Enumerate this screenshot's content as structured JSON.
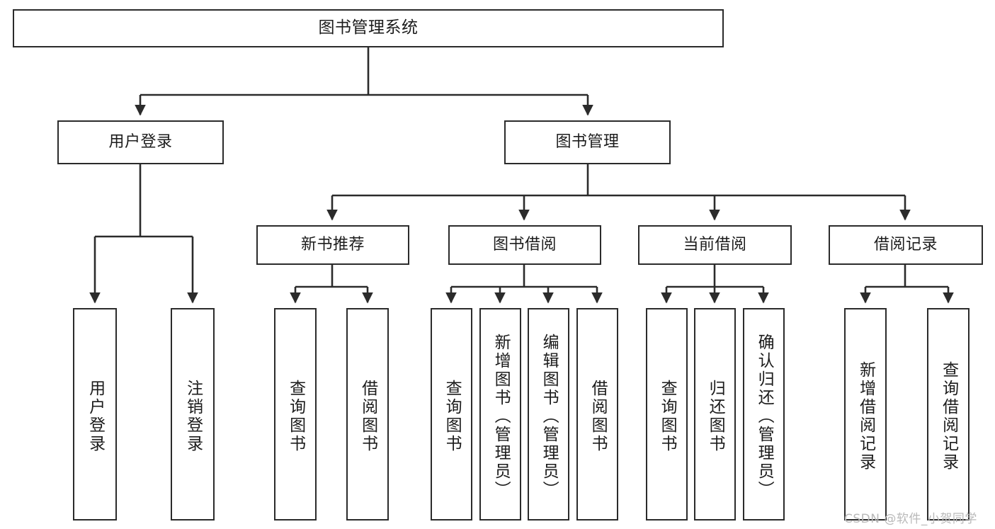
{
  "diagram": {
    "title": "图书管理系统",
    "type": "hierarchy-tree",
    "watermark": "CSDN @软件_小贺同学",
    "colors": {
      "box_border": "#2b2b2b",
      "box_fill": "#ffffff",
      "connector": "#2b2b2b",
      "background": "#ffffff",
      "watermark": "#b9b9b9"
    },
    "nodes": {
      "root": {
        "label": "图书管理系统"
      },
      "level2": [
        {
          "label": "用户登录"
        },
        {
          "label": "图书管理"
        }
      ],
      "level3": [
        {
          "label": "新书推荐"
        },
        {
          "label": "图书借阅"
        },
        {
          "label": "当前借阅"
        },
        {
          "label": "借阅记录"
        }
      ],
      "leaves": {
        "user_login": [
          {
            "label": "用户登录"
          },
          {
            "label": "注销登录"
          }
        ],
        "new_book_recommend": [
          {
            "label": "查询图书"
          },
          {
            "label": "借阅图书"
          }
        ],
        "book_borrow": [
          {
            "label": "查询图书"
          },
          {
            "label": "新增图书（管理员）"
          },
          {
            "label": "编辑图书（管理员）"
          },
          {
            "label": "借阅图书"
          }
        ],
        "current_borrow": [
          {
            "label": "查询图书"
          },
          {
            "label": "归还图书"
          },
          {
            "label": "确认归还（管理员）"
          }
        ],
        "borrow_record": [
          {
            "label": "新增借阅记录"
          },
          {
            "label": "查询借阅记录"
          }
        ]
      }
    }
  }
}
